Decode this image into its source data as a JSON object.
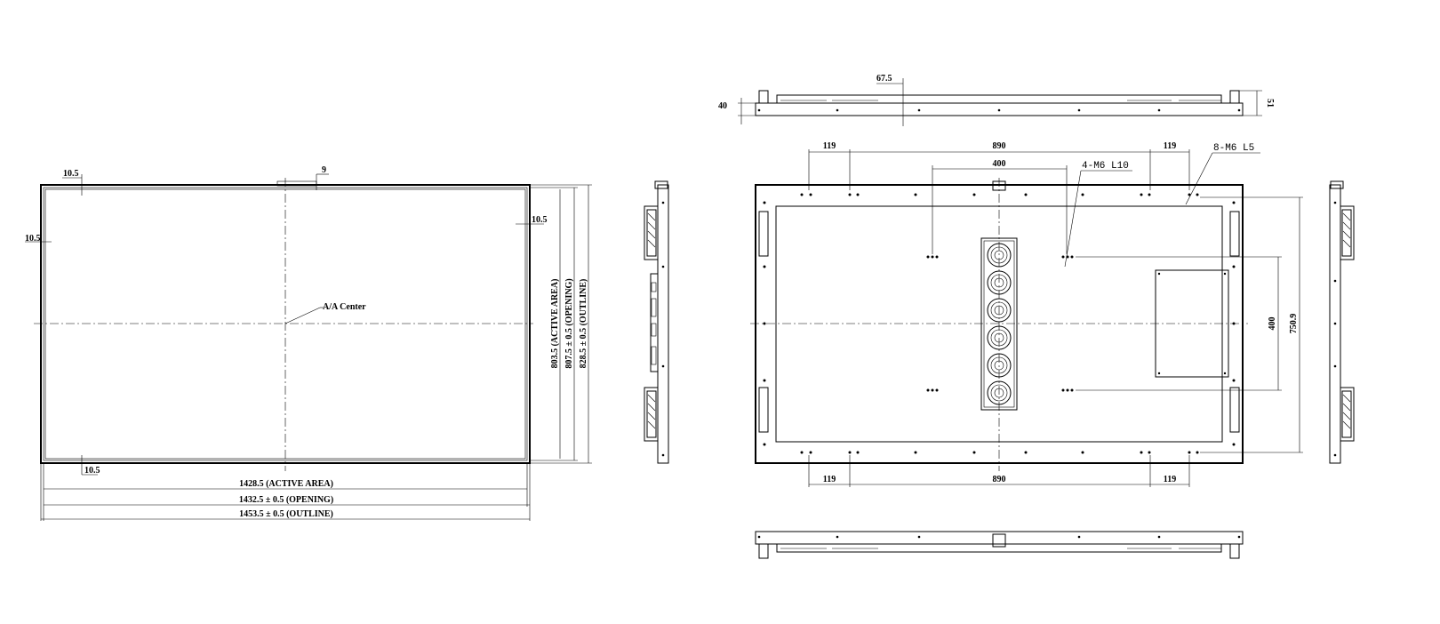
{
  "front": {
    "dims": {
      "left_gap": "10.5",
      "top_gap": "10.5",
      "right_gap": "10.5",
      "bottom_gap": "10.5",
      "tab": "9",
      "center_label": "A/A Center",
      "width_active": "1428.5  (ACTIVE AREA)",
      "width_opening": "1432.5 ± 0.5  (OPENING)",
      "width_outline": "1453.5 ± 0.5  (OUTLINE)",
      "height_active": "803.5  (ACTIVE AREA)",
      "height_opening": "807.5 ± 0.5  (OPENING)",
      "height_outline": "828.5 ± 0.5  (OUTLINE)"
    }
  },
  "top_view": {
    "depth": "40",
    "offset": "67.5",
    "height": "51"
  },
  "rear": {
    "top_left": "119",
    "top_mid": "890",
    "top_right": "119",
    "vesa_width": "400",
    "m6_l10": "4-M6 L10",
    "m6_l5": "8-M6 L5",
    "vesa_height": "400",
    "total_height": "750.9",
    "bottom_left": "119",
    "bottom_mid": "890",
    "bottom_right": "119"
  }
}
